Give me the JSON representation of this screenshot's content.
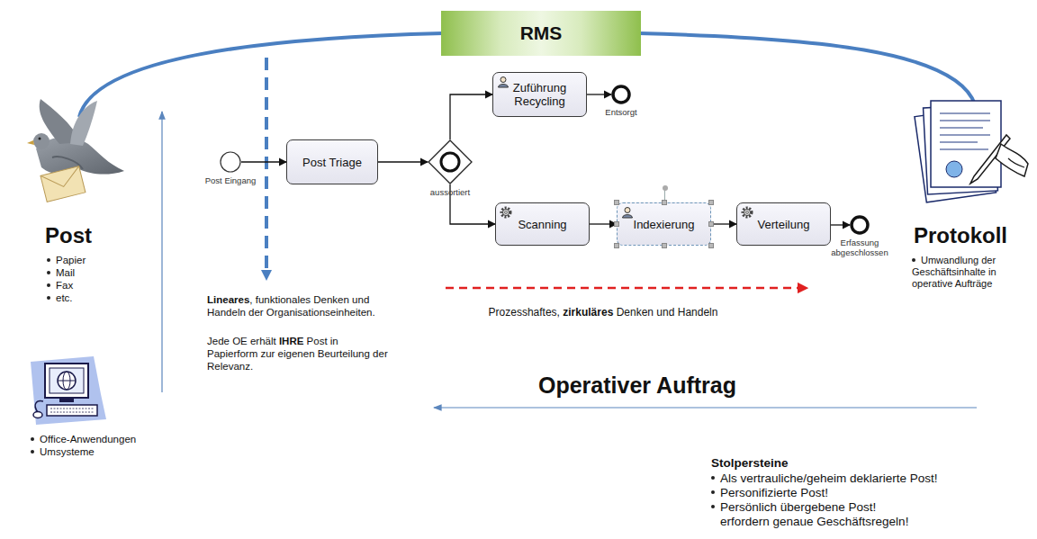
{
  "diagram": {
    "nodes": [
      {
        "text": [
          "RMS"
        ]
      },
      {
        "text": [
          "Post Eingang"
        ]
      },
      {
        "text": [
          "Post Triage"
        ]
      },
      {
        "text": [
          "aussortiert"
        ]
      },
      {
        "text": [
          "Zuführung Recycling"
        ]
      },
      {
        "text": [
          "Entsorgt"
        ]
      },
      {
        "text": [
          "Scanning"
        ]
      },
      {
        "text": [
          "Indexierung"
        ]
      },
      {
        "text": [
          "Verteilung"
        ]
      },
      {
        "text": [
          "Erfassung abgeschlossen"
        ]
      }
    ],
    "edges": [
      {
        "from": 1,
        "to": 2,
        "arrow": "to"
      },
      {
        "from": 2,
        "to": 3,
        "arrow": "to"
      },
      {
        "from": 3,
        "to": 4,
        "arrow": "to"
      },
      {
        "from": 4,
        "to": 5,
        "arrow": "to"
      },
      {
        "from": 3,
        "to": 6,
        "arrow": "to"
      },
      {
        "from": 6,
        "to": 7,
        "arrow": "to"
      },
      {
        "from": 7,
        "to": 8,
        "arrow": "to"
      },
      {
        "from": 8,
        "to": 9,
        "arrow": "to"
      }
    ],
    "labels": [
      "Post",
      "Papier",
      "Mail",
      "Fax",
      "etc.",
      "Office-Anwendungen",
      "Umsysteme",
      "Lineares",
      ", funktionales Denken und Handeln der Organisationseinheiten.",
      "Jede OE erhält ",
      "IHRE",
      " Post in Papierform zur eigenen Beurteilung der Relevanz.",
      "Prozesshaftes, ",
      "zirkuläres",
      " Denken und Handeln",
      "Protokoll",
      "Umwandlung der Geschäftsinhalte in operative Aufträge",
      "Operativer Auftrag",
      "Stolpersteine",
      "Als vertrauliche/geheim deklarierte Post!",
      "Personifizierte Post!",
      "Persönlich übergebene Post!",
      "erfordern genaue Geschäftsregeln!"
    ]
  }
}
